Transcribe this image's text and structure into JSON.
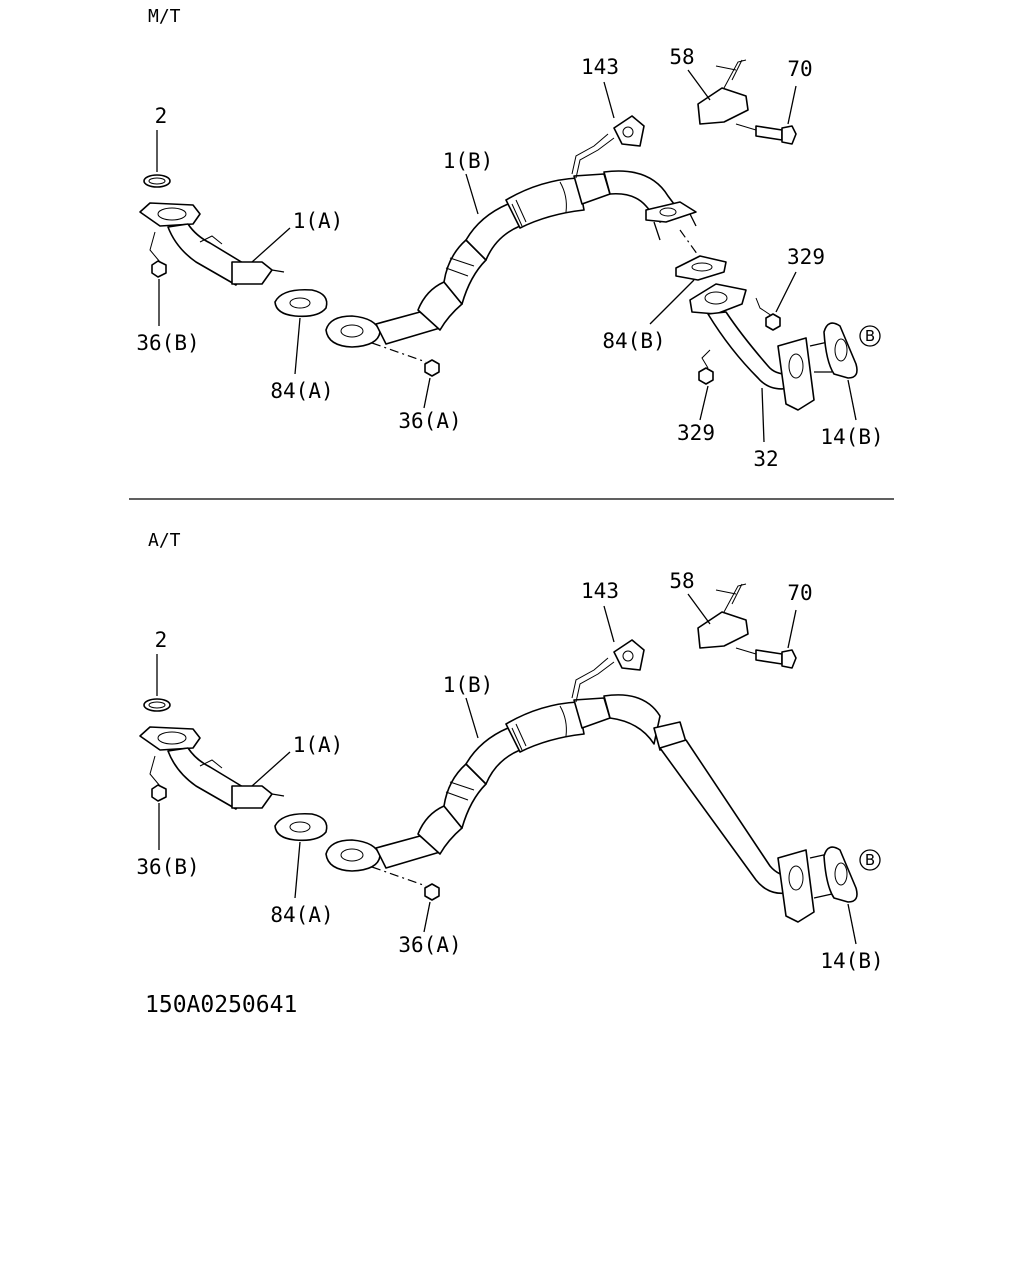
{
  "sections": [
    {
      "title": "M/T",
      "labels": {
        "p2": "2",
        "p1a": "1(A)",
        "p36b": "36(B)",
        "p84a": "84(A)",
        "p36a": "36(A)",
        "p1b": "1(B)",
        "p143": "143",
        "p58": "58",
        "p70": "70",
        "p329a": "329",
        "p84b": "84(B)",
        "p329b": "329",
        "p32": "32",
        "p14b": "14(B)",
        "ref": "B"
      }
    },
    {
      "title": "A/T",
      "labels": {
        "p2": "2",
        "p1a": "1(A)",
        "p36b": "36(B)",
        "p84a": "84(A)",
        "p36a": "36(A)",
        "p1b": "1(B)",
        "p143": "143",
        "p58": "58",
        "p70": "70",
        "p14b": "14(B)",
        "ref": "B"
      }
    }
  ],
  "drawing_code": "150A0250641"
}
